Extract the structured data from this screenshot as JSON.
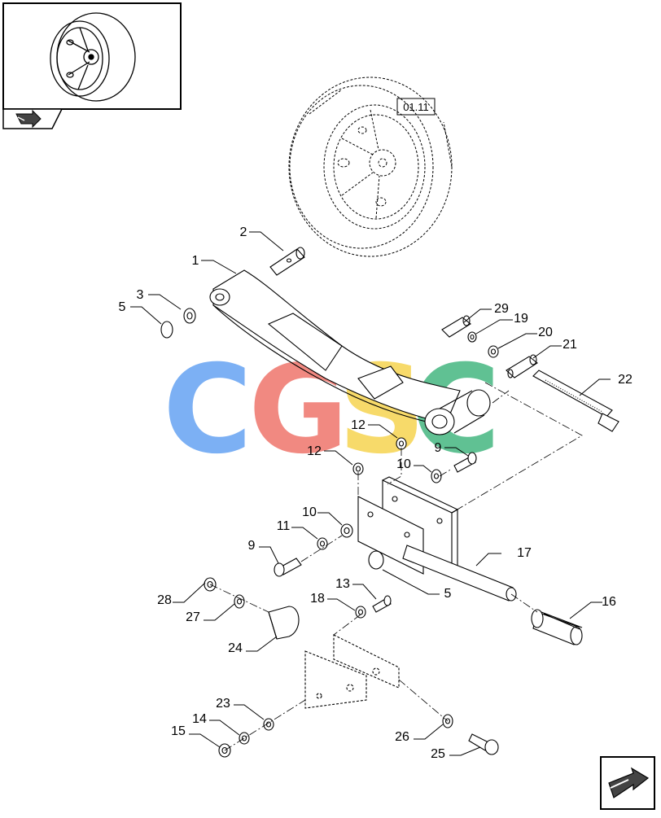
{
  "thumbnail": {
    "icon": "wheel-thumbnail",
    "nav_icon": "nav-forward-icon"
  },
  "reference_box": {
    "label": "01.11"
  },
  "watermark": {
    "letters": [
      "C",
      "G",
      "S",
      "C"
    ],
    "colors": [
      "#6ea8f3",
      "#f07d74",
      "#f7d65a",
      "#4fbb88"
    ]
  },
  "callouts": {
    "c1": "1",
    "c2": "2",
    "c3": "3",
    "c5a": "5",
    "c5b": "5",
    "c9a": "9",
    "c9b": "9",
    "c10a": "10",
    "c10b": "10",
    "c11": "11",
    "c12a": "12",
    "c12b": "12",
    "c13": "13",
    "c14": "14",
    "c15": "15",
    "c16": "16",
    "c17": "17",
    "c18": "18",
    "c19": "19",
    "c20": "20",
    "c21": "21",
    "c22": "22",
    "c23": "23",
    "c24": "24",
    "c25": "25",
    "c26": "26",
    "c27": "27",
    "c28": "28",
    "c29": "29"
  },
  "next_page_icon": "next-page-arrow-icon"
}
